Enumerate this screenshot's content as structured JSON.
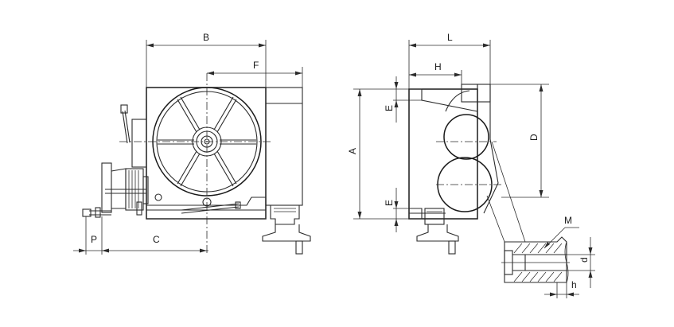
{
  "labels": {
    "B": "B",
    "F": "F",
    "L": "L",
    "H": "H",
    "E_top": "E",
    "E_bottom": "E",
    "A": "A",
    "D": "D",
    "M": "M",
    "d": "d",
    "h": "h",
    "P": "P",
    "C": "C"
  }
}
